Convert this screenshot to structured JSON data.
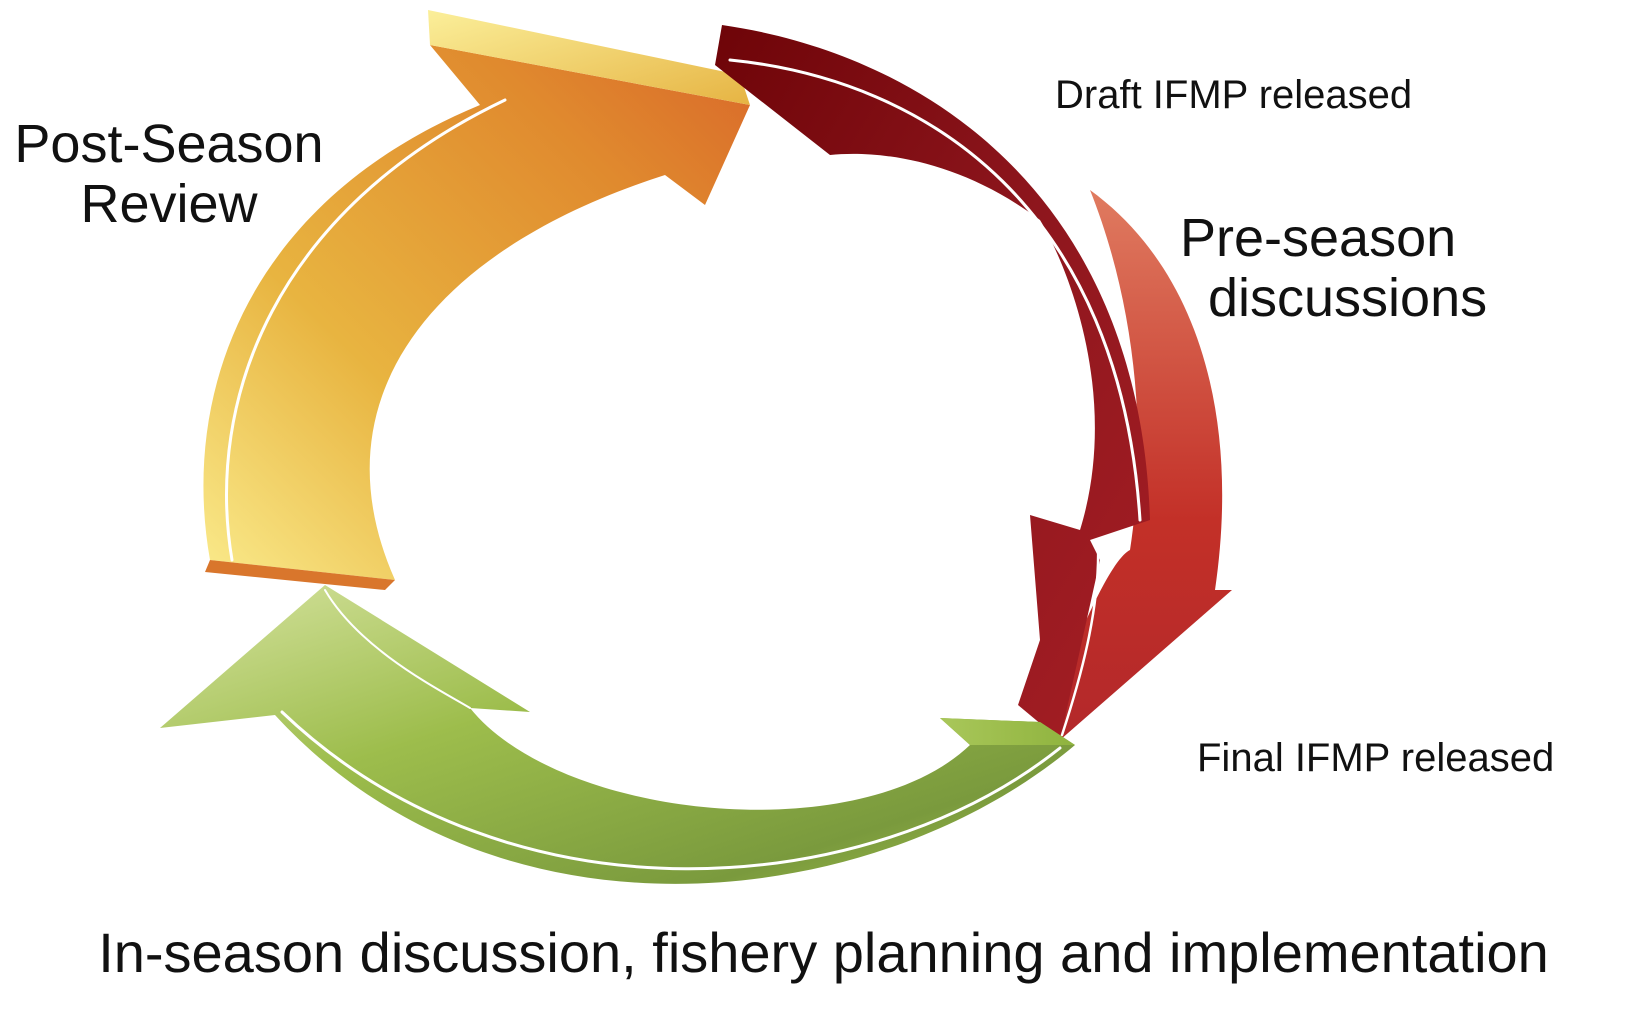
{
  "stages": {
    "post_season": {
      "line1": "Post-Season",
      "line2": "Review"
    },
    "pre_season": {
      "line1": "Pre-season",
      "line2": "discussions"
    },
    "in_season": {
      "text": "In-season discussion, fishery planning and implementation"
    }
  },
  "milestones": {
    "draft": "Draft IFMP released",
    "final": "Final IFMP released"
  },
  "colors": {
    "post_season_arrow": "#e3a13a",
    "pre_season_arrow": "#8e1a1f",
    "in_season_arrow": "#8fb145"
  }
}
